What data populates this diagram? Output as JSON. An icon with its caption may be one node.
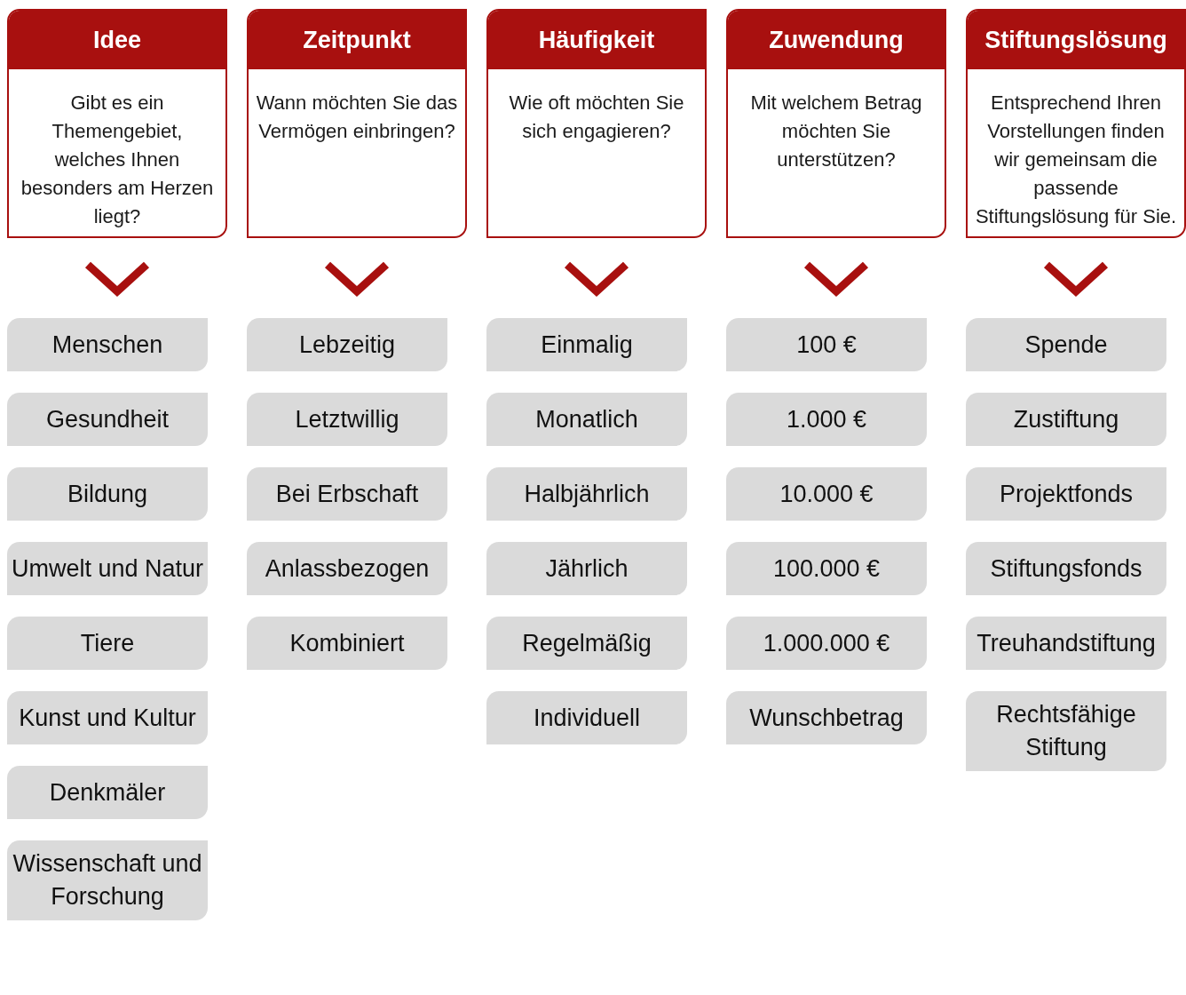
{
  "diagram": {
    "nodes": [
      {
        "text": [
          "Idee",
          "Gibt es ein Themengebiet, welches Ihnen besonders am Herzen liegt?"
        ]
      },
      {
        "text": [
          "Menschen"
        ]
      },
      {
        "text": [
          "Gesundheit"
        ]
      },
      {
        "text": [
          "Bildung"
        ]
      },
      {
        "text": [
          "Umwelt und Natur"
        ]
      },
      {
        "text": [
          "Tiere"
        ]
      },
      {
        "text": [
          "Kunst und Kultur"
        ]
      },
      {
        "text": [
          "Denkmäler"
        ]
      },
      {
        "text": [
          "Wissenschaft und Forschung"
        ]
      },
      {
        "text": [
          "Zeitpunkt",
          "Wann möchten Sie das Vermögen einbringen?"
        ]
      },
      {
        "text": [
          "Lebzeitig"
        ]
      },
      {
        "text": [
          "Letztwillig"
        ]
      },
      {
        "text": [
          "Bei Erbschaft"
        ]
      },
      {
        "text": [
          "Anlassbezogen"
        ]
      },
      {
        "text": [
          "Kombiniert"
        ]
      },
      {
        "text": [
          "Häufigkeit",
          "Wie oft möchten Sie sich engagieren?"
        ]
      },
      {
        "text": [
          "Einmalig"
        ]
      },
      {
        "text": [
          "Monatlich"
        ]
      },
      {
        "text": [
          "Halbjährlich"
        ]
      },
      {
        "text": [
          "Jährlich"
        ]
      },
      {
        "text": [
          "Regelmäßig"
        ]
      },
      {
        "text": [
          "Individuell"
        ]
      },
      {
        "text": [
          "Zuwendung",
          "Mit welchem Betrag möchten Sie unterstützen?"
        ]
      },
      {
        "text": [
          "100 €"
        ]
      },
      {
        "text": [
          "1.000 €"
        ]
      },
      {
        "text": [
          "10.000 €"
        ]
      },
      {
        "text": [
          "100.000 €"
        ]
      },
      {
        "text": [
          "1.000.000 €"
        ]
      },
      {
        "text": [
          "Wunschbetrag"
        ]
      },
      {
        "text": [
          "Stiftungslösung",
          "Entsprechend Ihren Vorstellungen finden wir gemeinsam die passende Stiftungslösung für Sie."
        ]
      },
      {
        "text": [
          "Spende"
        ]
      },
      {
        "text": [
          "Zustiftung"
        ]
      },
      {
        "text": [
          "Projektfonds"
        ]
      },
      {
        "text": [
          "Stiftungsfonds"
        ]
      },
      {
        "text": [
          "Treuhandstiftung"
        ]
      },
      {
        "text": [
          "Rechtsfähige Stiftung"
        ]
      }
    ],
    "edges": [
      {
        "from": 0,
        "to": 1,
        "arrow": "to"
      },
      {
        "from": 9,
        "to": 10,
        "arrow": "to"
      },
      {
        "from": 15,
        "to": 16,
        "arrow": "to"
      },
      {
        "from": 22,
        "to": 23,
        "arrow": "to"
      },
      {
        "from": 29,
        "to": 30,
        "arrow": "to"
      }
    ]
  }
}
